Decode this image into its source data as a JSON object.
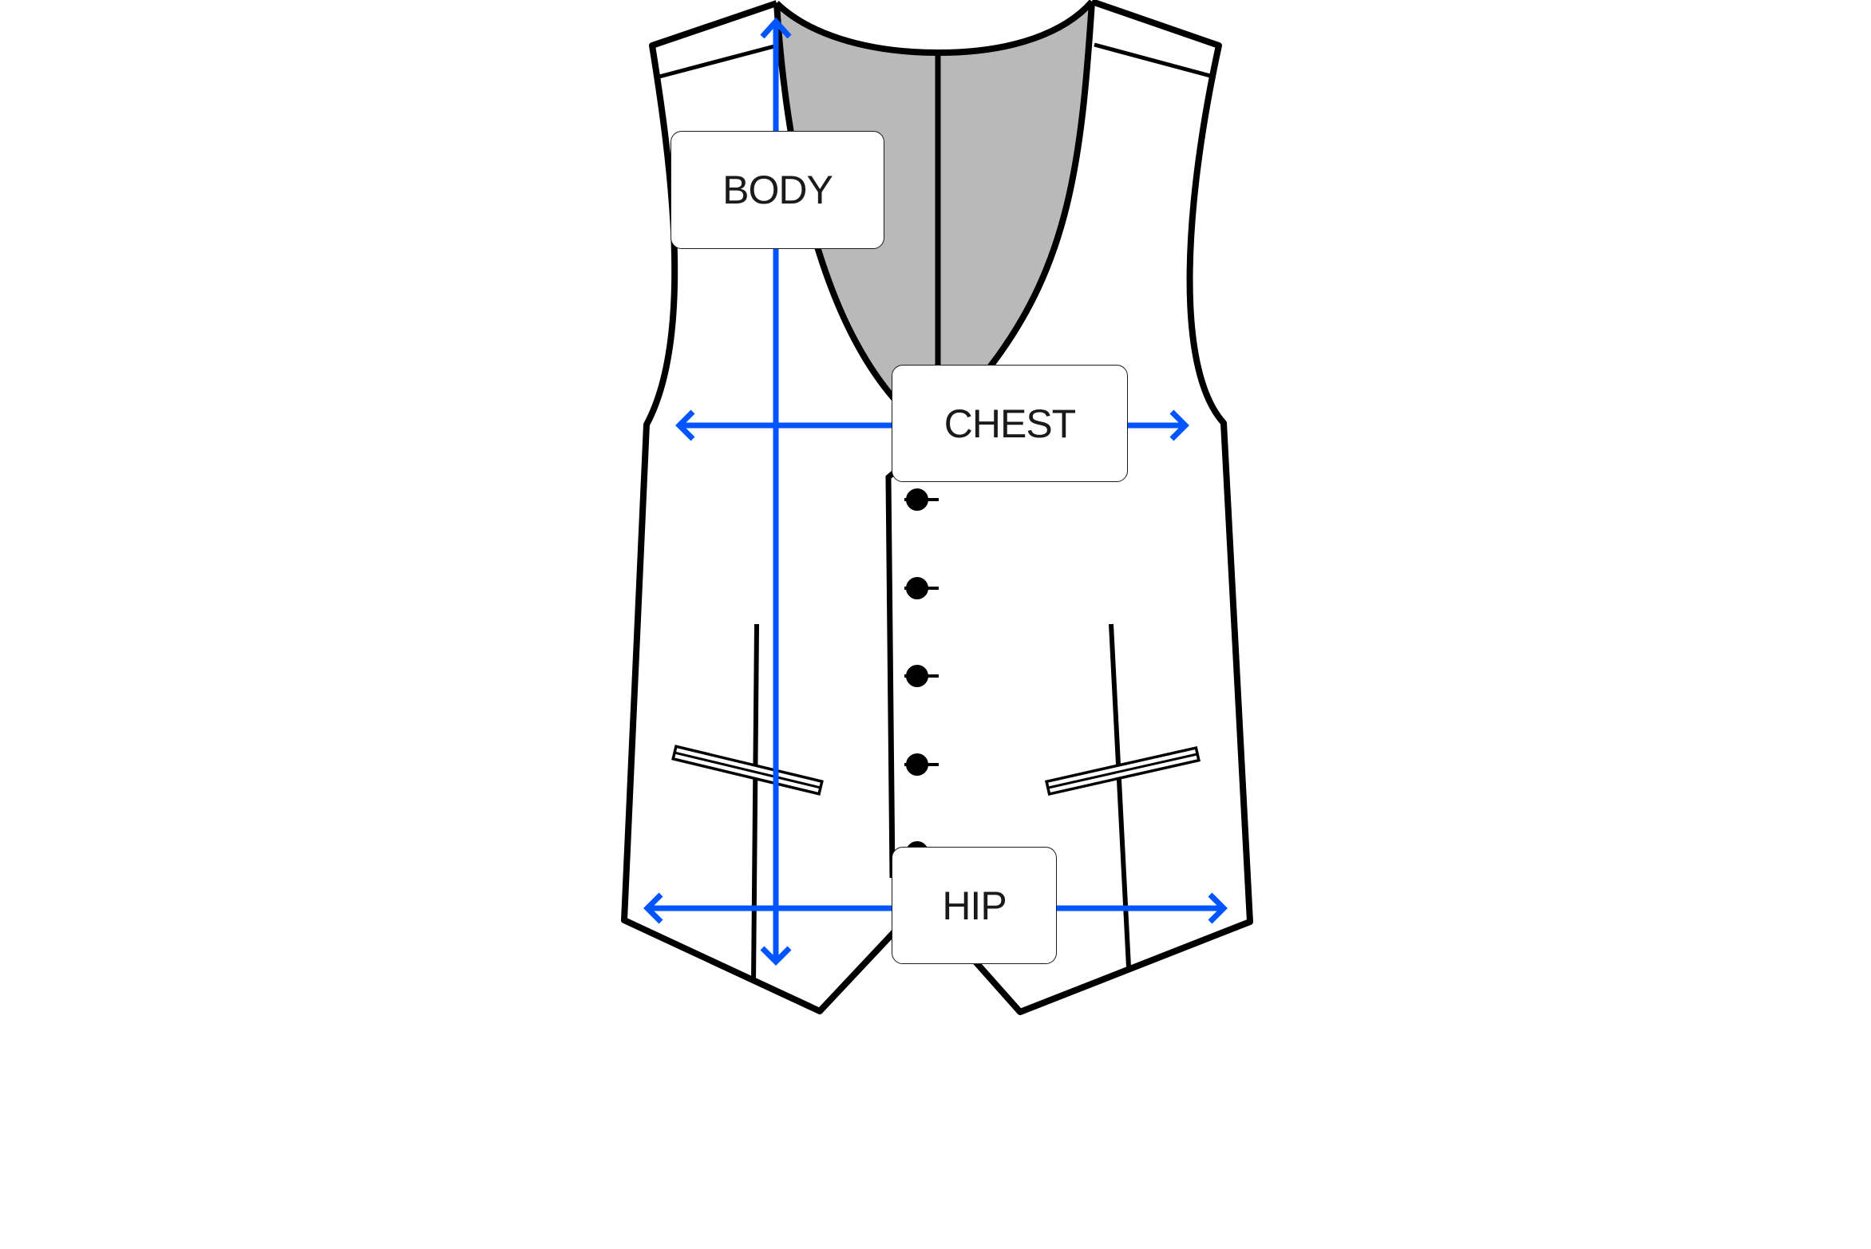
{
  "diagram": {
    "subject": "vest measurement guide",
    "colors": {
      "outline": "#000000",
      "lining": "#b9b9b9",
      "measure_arrow": "#0055ff",
      "background": "#ffffff",
      "label_text": "#1a1a1a"
    },
    "labels": {
      "body": "BODY",
      "chest": "CHEST",
      "hip": "HIP"
    },
    "measurements": [
      {
        "name": "BODY",
        "direction": "vertical",
        "description": "length from shoulder/neck point to hem"
      },
      {
        "name": "CHEST",
        "direction": "horizontal",
        "description": "width across chest at armhole level"
      },
      {
        "name": "HIP",
        "direction": "horizontal",
        "description": "width across hip at hem level"
      }
    ],
    "buttons_count": 5,
    "pockets_count": 2
  }
}
